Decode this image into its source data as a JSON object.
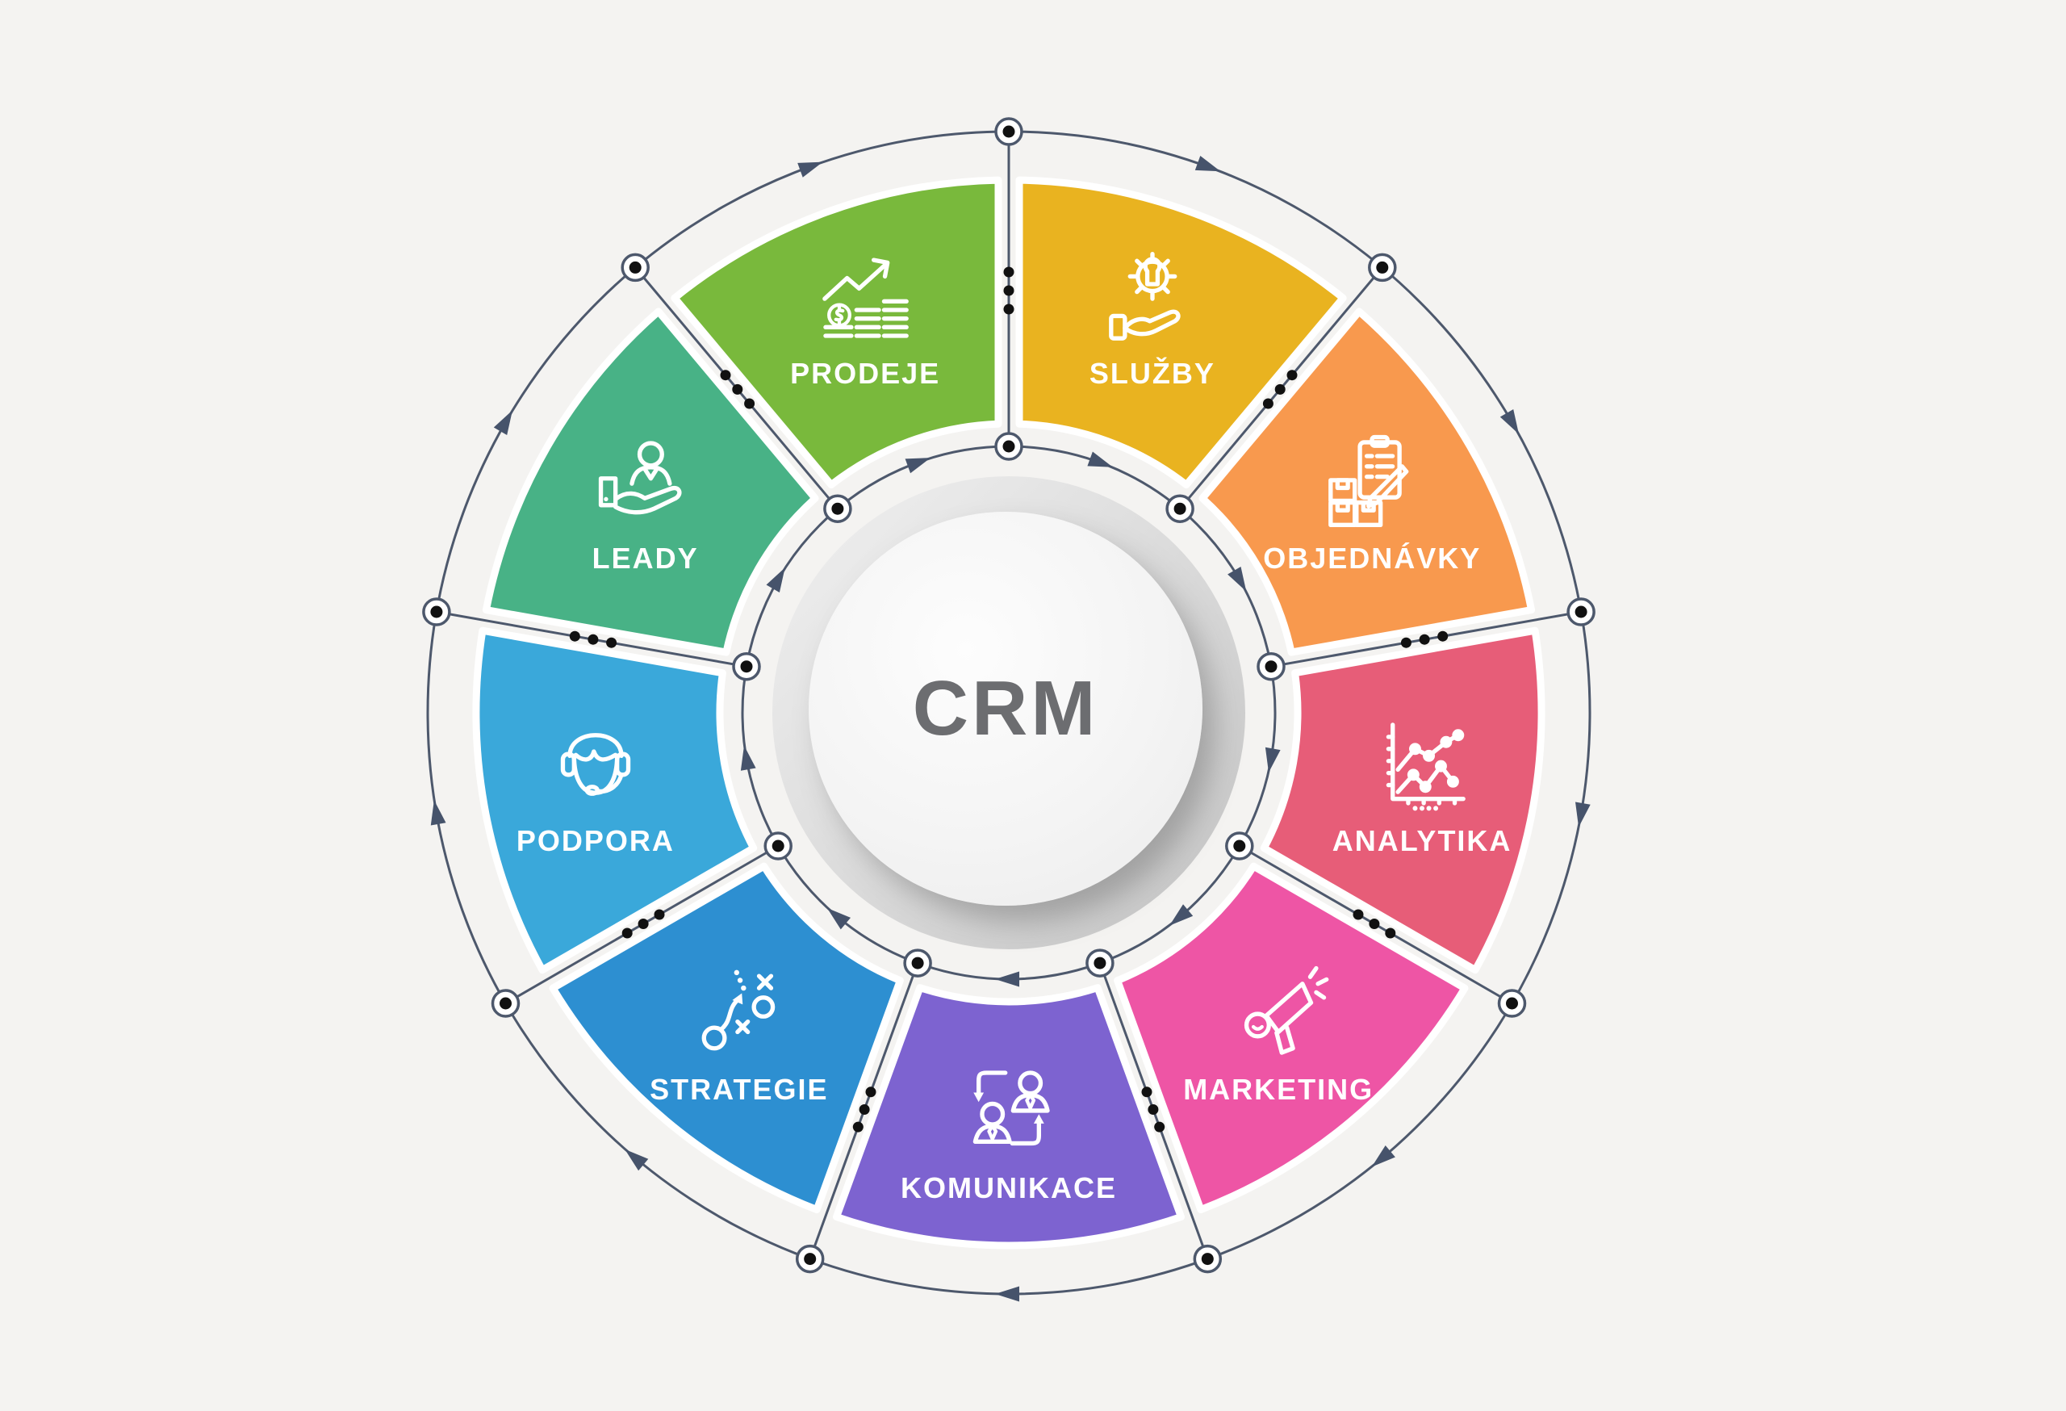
{
  "background_color": "#f4f3f1",
  "center": {
    "title": "CRM",
    "text_color": "#6c6d70"
  },
  "ring": {
    "line_color": "#4d586c",
    "arrow_color": "#46536b",
    "node_dot_color": "#111111",
    "node_ring_color": "#ffffff",
    "separator_dot_color": "#111111",
    "flow_direction": "clockwise"
  },
  "label_text_color": "#ffffff",
  "segments": [
    {
      "label": "PRODEJE",
      "color": "#79b93c",
      "icon": "sales-growth-icon",
      "mid_angle": 110
    },
    {
      "label": "SLUŽBY",
      "color": "#e9b320",
      "icon": "services-gear-hand-icon",
      "mid_angle": 70
    },
    {
      "label": "OBJEDNÁVKY",
      "color": "#f8994e",
      "icon": "orders-clipboard-icon",
      "mid_angle": 30
    },
    {
      "label": "ANALYTIKA",
      "color": "#e75d78",
      "icon": "analytics-chart-icon",
      "mid_angle": -10
    },
    {
      "label": "MARKETING",
      "color": "#ee55a5",
      "icon": "marketing-megaphone-icon",
      "mid_angle": -50
    },
    {
      "label": "KOMUNIKACE",
      "color": "#7d63d0",
      "icon": "communication-people-icon",
      "mid_angle": -90
    },
    {
      "label": "STRATEGIE",
      "color": "#2d8fd1",
      "icon": "strategy-plan-icon",
      "mid_angle": -130
    },
    {
      "label": "PODPORA",
      "color": "#3aa8da",
      "icon": "support-headset-icon",
      "mid_angle": -170
    },
    {
      "label": "LEADY",
      "color": "#48b286",
      "icon": "leads-hand-person-icon",
      "mid_angle": 150
    }
  ]
}
